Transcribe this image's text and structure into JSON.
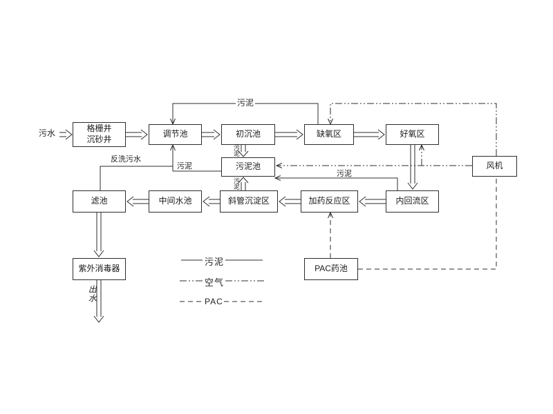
{
  "diagram": {
    "influent_label": "污水",
    "effluent_label": "出水",
    "nodes": {
      "grit_well": {
        "line1": "格栅井",
        "line2": "沉砂井"
      },
      "regulating_tank": "调节池",
      "primary_sedimentation": "初沉池",
      "anoxic_zone": "缺氧区",
      "aerobic_zone": "好氧区",
      "blower": "风机",
      "sludge_tank": "污泥池",
      "filter": "滤池",
      "intermediate_tank": "中间水池",
      "inclined_tube_zone": "斜管沉淀区",
      "dosing_zone": "加药反应区",
      "reflux_zone": "内回流区",
      "uv_disinfector": "紫外消毒器",
      "pac_tank": "PAC药池"
    },
    "line_labels": {
      "sludge_top": "污泥",
      "sludge_supernatant": "污泥",
      "sludge_reflux": "污泥",
      "sludge_down1": "污泥",
      "sludge_down2": "污泥",
      "backwash": "反洗污水"
    },
    "legend": {
      "sludge": "污泥",
      "air": "空气",
      "pac": "PAC"
    }
  },
  "colors": {
    "line": "#2b2b2b",
    "background": "#ffffff"
  }
}
